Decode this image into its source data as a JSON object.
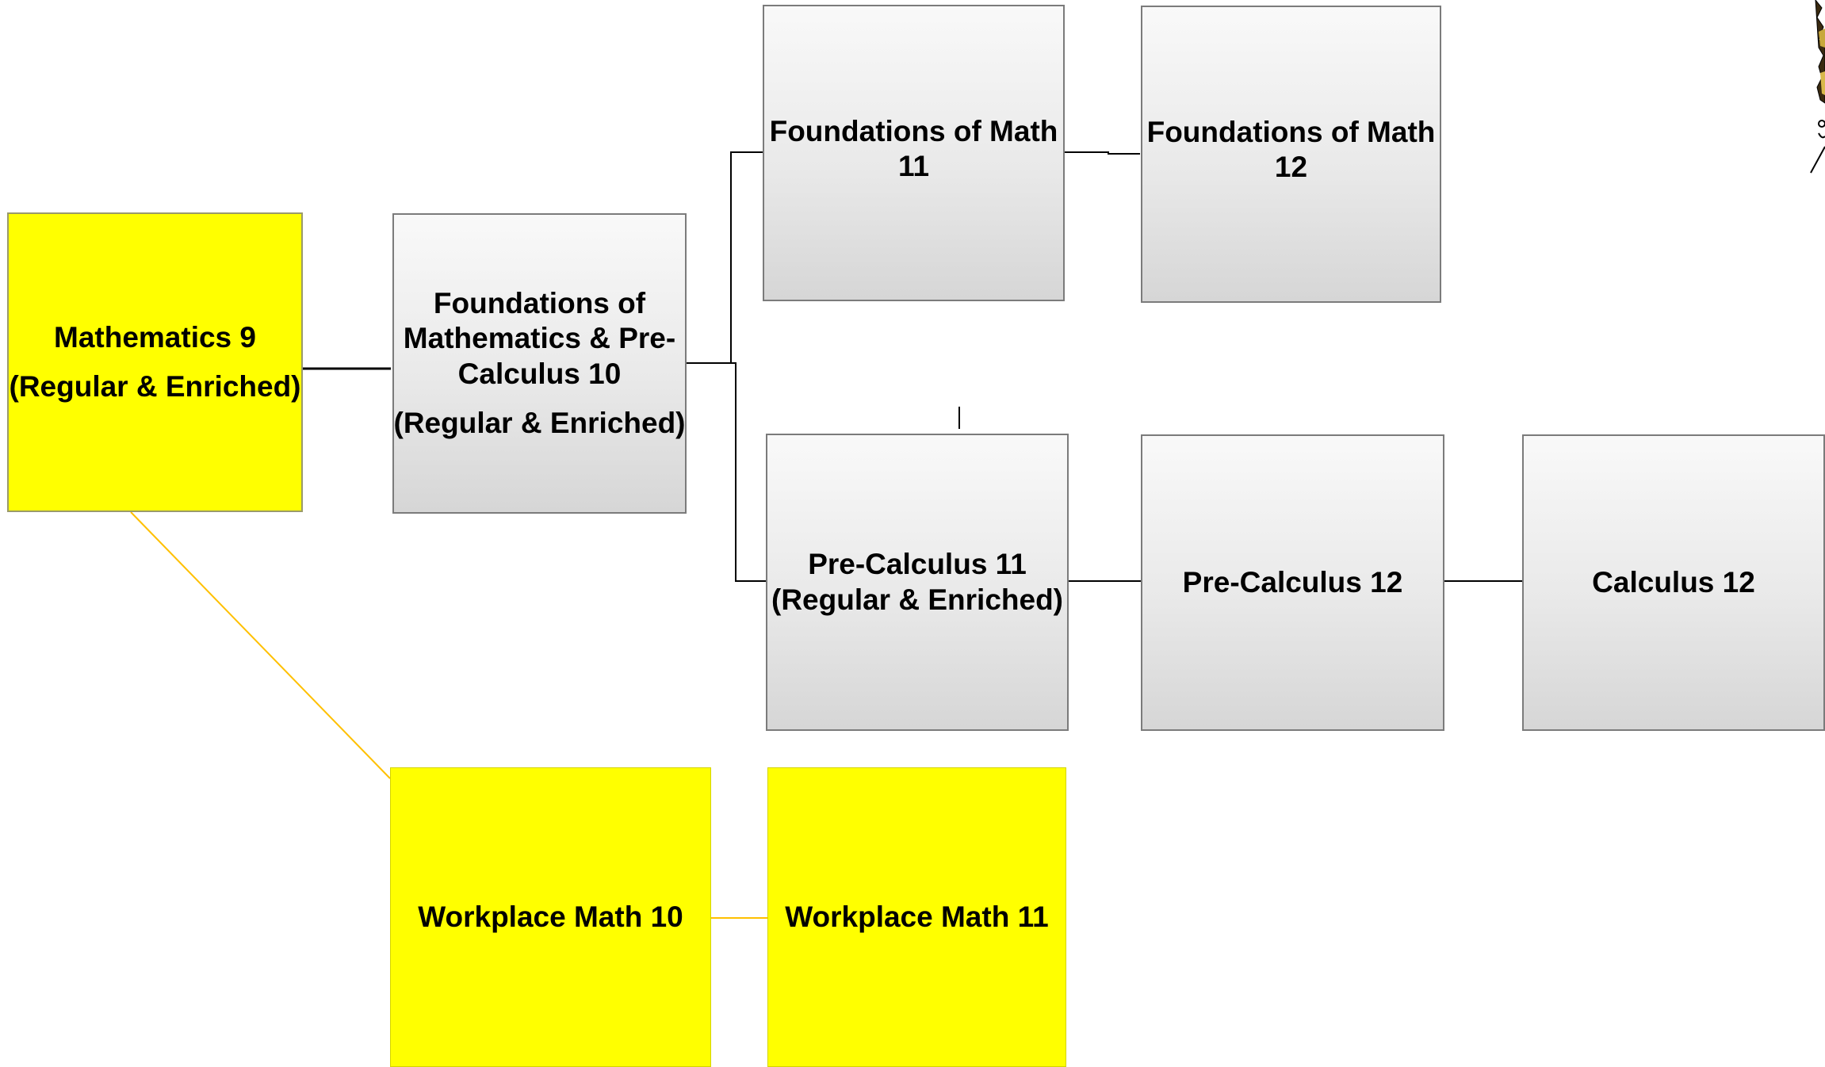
{
  "colors": {
    "yellow_fill": "#ffff00",
    "gray_border": "#7b7b7b",
    "yellow_connector": "#ffc000",
    "black_connector": "#000000"
  },
  "boxes": {
    "math9": {
      "title": "Mathematics 9",
      "subtitle": "(Regular & Enriched)"
    },
    "fpc10": {
      "line1": "Foundations of",
      "line2": "Mathematics & Pre-",
      "line3": "Calculus 10",
      "subtitle": "(Regular & Enriched)"
    },
    "fom11": {
      "line1": "Foundations of Math",
      "line2": "11"
    },
    "fom12": {
      "line1": "Foundations of Math",
      "line2": "12"
    },
    "pc11": {
      "line1": "Pre-Calculus 11",
      "line2": "(Regular & Enriched)"
    },
    "pc12": {
      "label": "Pre-Calculus 12"
    },
    "calc12": {
      "label": "Calculus 12"
    },
    "wm10": {
      "label": "Workplace Math 10"
    },
    "wm11": {
      "label": "Workplace Math 11"
    }
  },
  "decoration": {
    "corner_art_icon": "partial-mascot-drawing-icon"
  }
}
